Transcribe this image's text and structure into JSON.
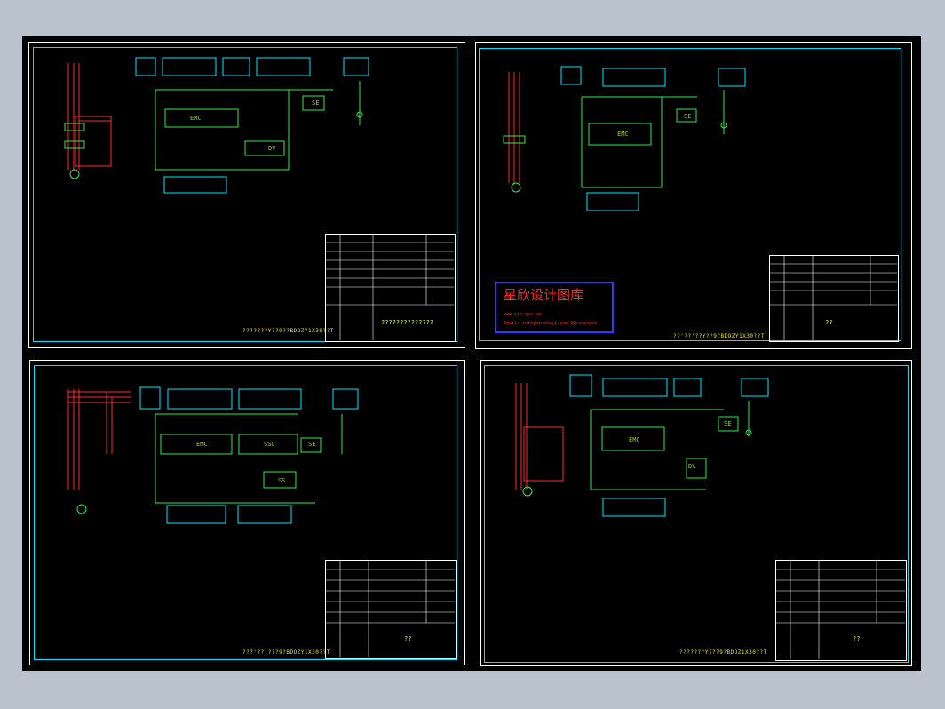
{
  "sheets": [
    {
      "blocks": [
        "EMC",
        "DV",
        "SE"
      ],
      "code": "???????Y??9??BDOZY1X30??T",
      "title": "??????????????"
    },
    {
      "blocks": [
        "EMC",
        "SE"
      ],
      "code": "??'??'??Y??9?BDOZY1X30??T",
      "title": "??"
    },
    {
      "blocks": [
        "EMC",
        "SSO",
        "SE",
        "SS"
      ],
      "code": "???'??'???9?BDOZY1X30??T",
      "title": "??"
    },
    {
      "blocks": [
        "EMC",
        "DV",
        "SE"
      ],
      "code": "???????Y???9?BDOZ1X30??T",
      "title": "??"
    }
  ],
  "watermark": {
    "title": "星欣设计图库",
    "line1": "www.xin.gsc.cn",
    "line2": "Email: info@xinsheji.com  QQ:xxxxxxx"
  },
  "colors": {
    "frame": "#00e5ff",
    "wire_red": "#ff2a2a",
    "wire_green": "#35e84a",
    "text": "#9ecb3b",
    "code": "#e8e800"
  }
}
